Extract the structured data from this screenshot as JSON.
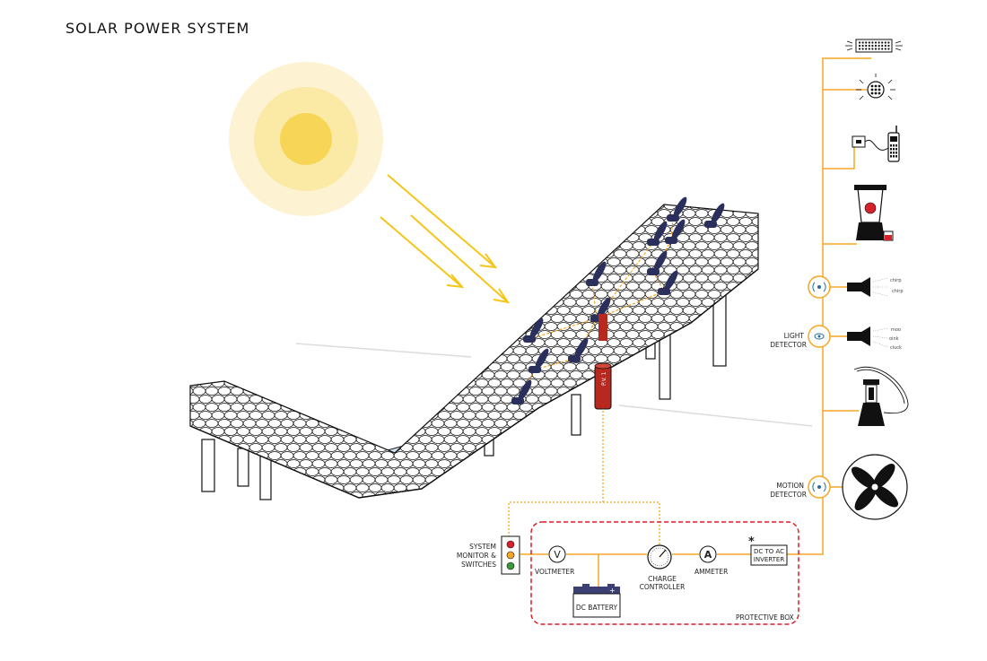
{
  "title": "SOLAR POWER SYSTEM",
  "pv_label": "P.V. 1",
  "components": {
    "system_monitor": [
      "SYSTEM",
      "MONITOR &",
      "SWITCHES"
    ],
    "voltmeter_symbol": "V",
    "voltmeter": "VOLTMETER",
    "battery": "DC BATTERY",
    "battery_plus": "+",
    "charge_controller": [
      "CHARGE",
      "CONTROLLER"
    ],
    "ammeter_symbol": "A",
    "ammeter": "AMMETER",
    "inverter": [
      "DC TO AC",
      "INVERTER"
    ],
    "inverter_mark": "*",
    "protective_box": "PROTECTIVE BOX"
  },
  "detectors": {
    "light": [
      "LIGHT",
      "DETECTOR"
    ],
    "motion": [
      "MOTION",
      "DETECTOR"
    ]
  },
  "sounds": {
    "speaker1": [
      "chirp",
      "chirp"
    ],
    "speaker2": [
      "moo",
      "oink",
      "cluck"
    ]
  },
  "colors": {
    "wire": "#f5a623",
    "box_border": "#d9212c",
    "sun_core": "#f7d657",
    "sun_ring_inner": "#fbe9a6",
    "sun_ring_outer": "#fdf3d3",
    "sun_rays": "#f5c518",
    "pv_post": "#b8281f",
    "panels": "#2b2f5c",
    "water": "#cfe6f2"
  },
  "icons": [
    "led-panel-icon",
    "light-bulb-icon",
    "cell-phone-charger-icon",
    "blender-icon",
    "speaker-icon",
    "speaker-icon",
    "lantern-icon",
    "fan-icon",
    "sensor-icon",
    "sun-icon"
  ]
}
